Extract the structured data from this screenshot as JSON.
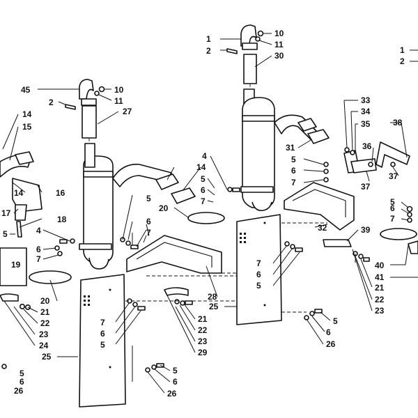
{
  "diagram": {
    "callouts": [
      {
        "id": "c-left-45",
        "text": "45"
      },
      {
        "id": "c-left-2",
        "text": "2"
      },
      {
        "id": "c-left-10",
        "text": "10"
      },
      {
        "id": "c-left-11",
        "text": "11"
      },
      {
        "id": "c-left-27",
        "text": "27"
      },
      {
        "id": "c-left-14a",
        "text": "14"
      },
      {
        "id": "c-left-15",
        "text": "15"
      },
      {
        "id": "c-left-14b",
        "text": "14"
      },
      {
        "id": "c-left-16",
        "text": "16"
      },
      {
        "id": "c-left-17",
        "text": "17"
      },
      {
        "id": "c-left-18",
        "text": "18"
      },
      {
        "id": "c-left-5a",
        "text": "5"
      },
      {
        "id": "c-left-4",
        "text": "4"
      },
      {
        "id": "c-left-6a",
        "text": "6"
      },
      {
        "id": "c-left-7a",
        "text": "7"
      },
      {
        "id": "c-left-19",
        "text": "19"
      },
      {
        "id": "c-left-20",
        "text": "20"
      },
      {
        "id": "c-left-21",
        "text": "21"
      },
      {
        "id": "c-left-22",
        "text": "22"
      },
      {
        "id": "c-left-23",
        "text": "23"
      },
      {
        "id": "c-left-24",
        "text": "24"
      },
      {
        "id": "c-left-25",
        "text": "25"
      },
      {
        "id": "c-left-5b",
        "text": "5"
      },
      {
        "id": "c-left-6b",
        "text": "6"
      },
      {
        "id": "c-left-26",
        "text": "26"
      },
      {
        "id": "c-mid-14",
        "text": "14"
      },
      {
        "id": "c-mid-5a",
        "text": "5"
      },
      {
        "id": "c-mid-6a",
        "text": "6"
      },
      {
        "id": "c-mid-7a",
        "text": "7"
      },
      {
        "id": "c-mid-20",
        "text": "20"
      },
      {
        "id": "c-mid-5b",
        "text": "5"
      },
      {
        "id": "c-mid-6b",
        "text": "6"
      },
      {
        "id": "c-mid-7b",
        "text": "7"
      },
      {
        "id": "c-mid-7c",
        "text": "7"
      },
      {
        "id": "c-mid-6c",
        "text": "6"
      },
      {
        "id": "c-mid-5c",
        "text": "5"
      },
      {
        "id": "c-mid-28",
        "text": "28"
      },
      {
        "id": "c-mid-21",
        "text": "21"
      },
      {
        "id": "c-mid-22",
        "text": "22"
      },
      {
        "id": "c-mid-23",
        "text": "23"
      },
      {
        "id": "c-mid-29",
        "text": "29"
      },
      {
        "id": "c-mid-5d",
        "text": "5"
      },
      {
        "id": "c-mid-6d",
        "text": "6"
      },
      {
        "id": "c-mid-26",
        "text": "26"
      },
      {
        "id": "c-right-1",
        "text": "1"
      },
      {
        "id": "c-right-2",
        "text": "2"
      },
      {
        "id": "c-right-10",
        "text": "10"
      },
      {
        "id": "c-right-11",
        "text": "11"
      },
      {
        "id": "c-right-30",
        "text": "30"
      },
      {
        "id": "c-right-4",
        "text": "4"
      },
      {
        "id": "c-right-31",
        "text": "31"
      },
      {
        "id": "c-right-5a",
        "text": "5"
      },
      {
        "id": "c-right-6a",
        "text": "6"
      },
      {
        "id": "c-right-7a",
        "text": "7"
      },
      {
        "id": "c-right-32",
        "text": "32"
      },
      {
        "id": "c-right-7b",
        "text": "7"
      },
      {
        "id": "c-right-6b",
        "text": "6"
      },
      {
        "id": "c-right-5b",
        "text": "5"
      },
      {
        "id": "c-right-25",
        "text": "25"
      },
      {
        "id": "c-right-5c",
        "text": "5"
      },
      {
        "id": "c-right-6c",
        "text": "6"
      },
      {
        "id": "c-right-26",
        "text": "26"
      },
      {
        "id": "c-far-1",
        "text": "1"
      },
      {
        "id": "c-far-2",
        "text": "2"
      },
      {
        "id": "c-far-33",
        "text": "33"
      },
      {
        "id": "c-far-34",
        "text": "34"
      },
      {
        "id": "c-far-35",
        "text": "35"
      },
      {
        "id": "c-far-38",
        "text": "38"
      },
      {
        "id": "c-far-36",
        "text": "36"
      },
      {
        "id": "c-far-37a",
        "text": "37"
      },
      {
        "id": "c-far-37b",
        "text": "37"
      },
      {
        "id": "c-far-5",
        "text": "5"
      },
      {
        "id": "c-far-6",
        "text": "6"
      },
      {
        "id": "c-far-7",
        "text": "7"
      },
      {
        "id": "c-far-39",
        "text": "39"
      },
      {
        "id": "c-far-40",
        "text": "40"
      },
      {
        "id": "c-far-41",
        "text": "41"
      },
      {
        "id": "c-far-21",
        "text": "21"
      },
      {
        "id": "c-far-22",
        "text": "22"
      },
      {
        "id": "c-far-23",
        "text": "23"
      }
    ]
  }
}
